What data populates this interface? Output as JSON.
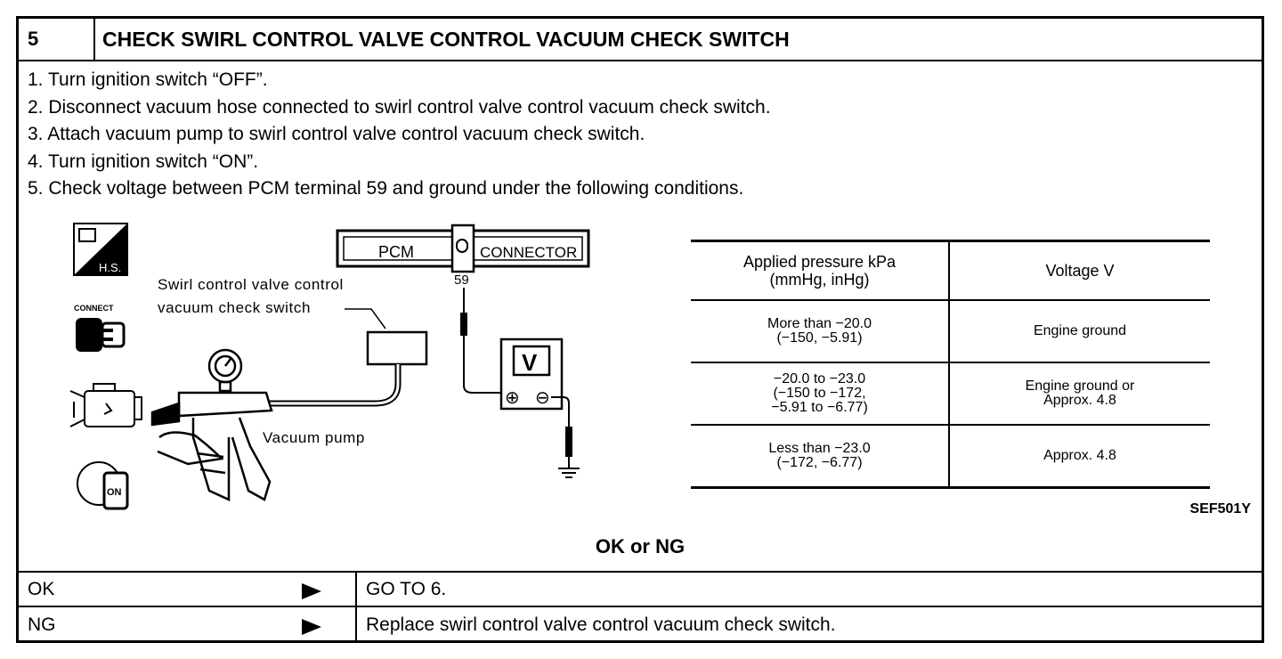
{
  "header": {
    "step_number": "5",
    "title": "CHECK SWIRL CONTROL VALVE CONTROL VACUUM CHECK SWITCH"
  },
  "steps": [
    "1. Turn ignition switch “OFF”.",
    "2. Disconnect vacuum hose connected to swirl control valve control vacuum check switch.",
    "3. Attach vacuum pump to swirl control valve control vacuum check switch.",
    "4. Turn ignition switch “ON”.",
    "5. Check voltage between PCM terminal 59 and ground under the following conditions."
  ],
  "figure": {
    "icon_hs_label": "H.S.",
    "icon_connect_label": "CONNECT",
    "icon_on_label": "ON",
    "pcm_label": "PCM",
    "connector_label": "CONNECTOR",
    "terminal_label": "59",
    "switch_label_line1": "Swirl control valve control",
    "switch_label_line2": "vacuum check switch",
    "pump_label": "Vacuum pump",
    "meter_label": "V",
    "plus_symbol": "⊕",
    "minus_symbol": "⊖",
    "figure_code": "SEF501Y"
  },
  "table": {
    "headers": [
      "Applied pressure kPa\n(mmHg, inHg)",
      "Voltage V"
    ],
    "rows": [
      {
        "pressure": "More than −20.0\n(−150, −5.91)",
        "voltage": "Engine ground"
      },
      {
        "pressure": "−20.0 to −23.0\n(−150 to −172,\n−5.91 to −6.77)",
        "voltage": "Engine ground or\nApprox. 4.8"
      },
      {
        "pressure": "Less than −23.0\n(−172, −6.77)",
        "voltage": "Approx. 4.8"
      }
    ]
  },
  "result_label": "OK or NG",
  "results": [
    {
      "condition": "OK",
      "action": "GO TO 6."
    },
    {
      "condition": "NG",
      "action": "Replace swirl control valve control vacuum check switch."
    }
  ]
}
